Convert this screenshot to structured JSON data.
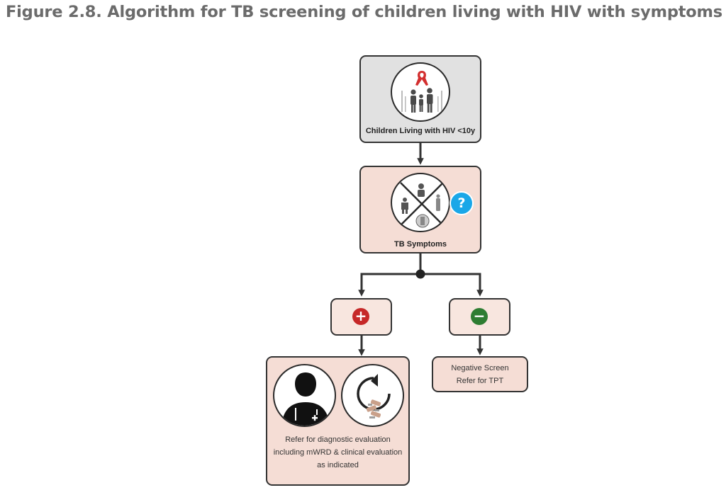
{
  "title": "Figure 2.8. Algorithm for TB screening of children living with HIV with symptoms",
  "nodes": {
    "start": {
      "label": "Children Living with HIV <10y"
    },
    "symptoms": {
      "label": "TB Symptoms",
      "badge": "?"
    },
    "positive": {
      "symbol": "+"
    },
    "negative": {
      "symbol": "−"
    },
    "refer_diag": {
      "lines": [
        "Refer for diagnostic evaluation",
        "including mWRD & clinical evaluation",
        "as indicated"
      ]
    },
    "negative_screen": {
      "lines": [
        "Negative Screen",
        "Refer for TPT"
      ]
    }
  },
  "colors": {
    "title": "#6b6b6b",
    "start_fill": "#e1e1e1",
    "pink_fill": "#f5ddd5",
    "light_pink_fill": "#f8e6df",
    "positive": "#c62828",
    "negative": "#2e7d32",
    "question_badge": "#1aa7e8",
    "ribbon": "#d32f2f"
  }
}
